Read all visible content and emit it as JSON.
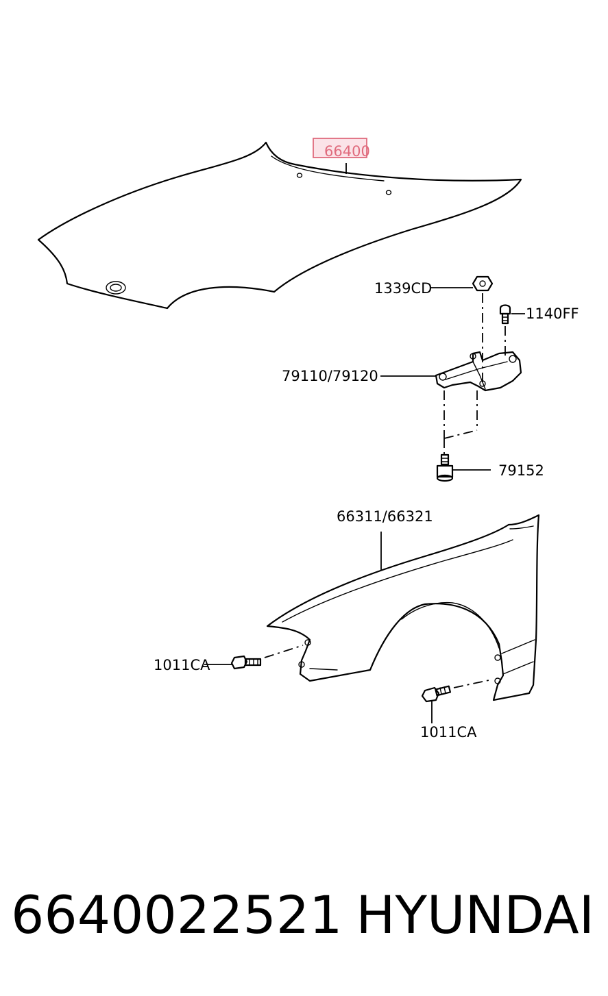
{
  "callouts": {
    "hood": "66400",
    "hood_nut": "1339CD",
    "hood_bolt": "1140FF",
    "hinge": "79110/79120",
    "hinge_bolt": "79152",
    "fender": "66311/66321",
    "fender_bolt_front": "1011CA",
    "fender_bolt_rear": "1011CA"
  },
  "highlight": {
    "callout": "66400",
    "color": "#e06b7d",
    "fill": "#fbe3e8"
  },
  "footer": {
    "part_number": "6640022521",
    "brand": "HYUNDAI"
  }
}
